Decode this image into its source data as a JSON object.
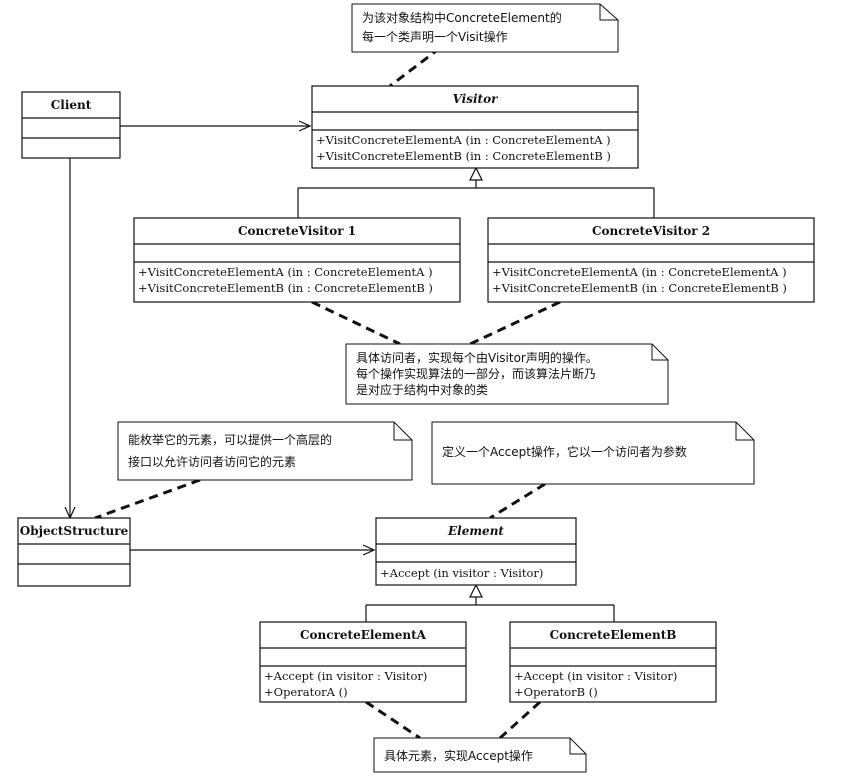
{
  "notes": {
    "visitor_note": [
      "为该对象结构中ConcreteElement的",
      "每一个类声明一个Visit操作"
    ],
    "concrete_visitor_note": [
      "具体访问者，实现每个由Visitor声明的操作。",
      "每个操作实现算法的一部分，而该算法片断乃",
      "是对应于结构中对象的类"
    ],
    "object_structure_note": [
      "能枚举它的元素，可以提供一个高层的",
      "接口以允许访问者访问它的元素"
    ],
    "element_note": [
      "定义一个Accept操作，它以一个访问者为参数"
    ],
    "concrete_element_note": [
      "具体元素，实现Accept操作"
    ]
  },
  "classes": {
    "client": {
      "name": "Client",
      "operations": []
    },
    "visitor": {
      "name": "Visitor",
      "operations": [
        "+VisitConcreteElementA  (in   : ConcreteElementA )",
        "+VisitConcreteElementB  (in   : ConcreteElementB )"
      ]
    },
    "concrete_visitor_1": {
      "name": "ConcreteVisitor 1",
      "operations": [
        "+VisitConcreteElementA  (in  : ConcreteElementA )",
        "+VisitConcreteElementB  (in   : ConcreteElementB )"
      ]
    },
    "concrete_visitor_2": {
      "name": "ConcreteVisitor 2",
      "operations": [
        "+VisitConcreteElementA  (in   : ConcreteElementA )",
        "+VisitConcreteElementB  (in   : ConcreteElementB )"
      ]
    },
    "object_structure": {
      "name": "ObjectStructure",
      "operations": []
    },
    "element": {
      "name": "Element",
      "operations": [
        "+Accept (in visitor  : Visitor)"
      ]
    },
    "concrete_element_a": {
      "name": "ConcreteElementA",
      "operations": [
        "+Accept (in visitor  : Visitor)",
        "+OperatorA ()"
      ]
    },
    "concrete_element_b": {
      "name": "ConcreteElementB",
      "operations": [
        "+Accept (in visitor  : Visitor)",
        "+OperatorB ()"
      ]
    }
  }
}
